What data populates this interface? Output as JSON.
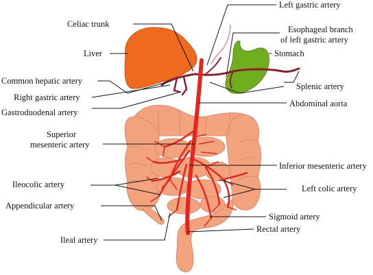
{
  "labels": {
    "left_gastric": "Left gastric artery",
    "celiac_trunk": "Celiac trunk",
    "esophageal_1": "Esophageal branch",
    "esophageal_2": "of left gastric artery",
    "liver": "Liver",
    "stomach": "Stomach",
    "common_hepatic": "Common hepatic artery",
    "splenic": "Splenic artery",
    "right_gastric": "Right gastric artery",
    "gastroduodenal": "Gastroduodenal artery",
    "abdominal_aorta": "Abdominal aorta",
    "superior_mesenteric_1": "Superior",
    "superior_mesenteric_2": "mesenteric artery",
    "inferior_mesenteric": "Inferior mesenteric artery",
    "ileocolic": "Ileocolic artery",
    "left_colic": "Left colic artery",
    "appendicular": "Appendicular artery",
    "sigmoid": "Sigmoid artery",
    "rectal": "Rectal artery",
    "ileal": "Ileal artery"
  },
  "colors": {
    "liver": "#ef6a1e",
    "stomach": "#6fae1e",
    "intestine": "#f3a37e",
    "intestine_edge": "#d9896a",
    "artery": "#e3261e",
    "vessel_dark": "#8e1c2c",
    "esophagus": "#d98ca0"
  }
}
